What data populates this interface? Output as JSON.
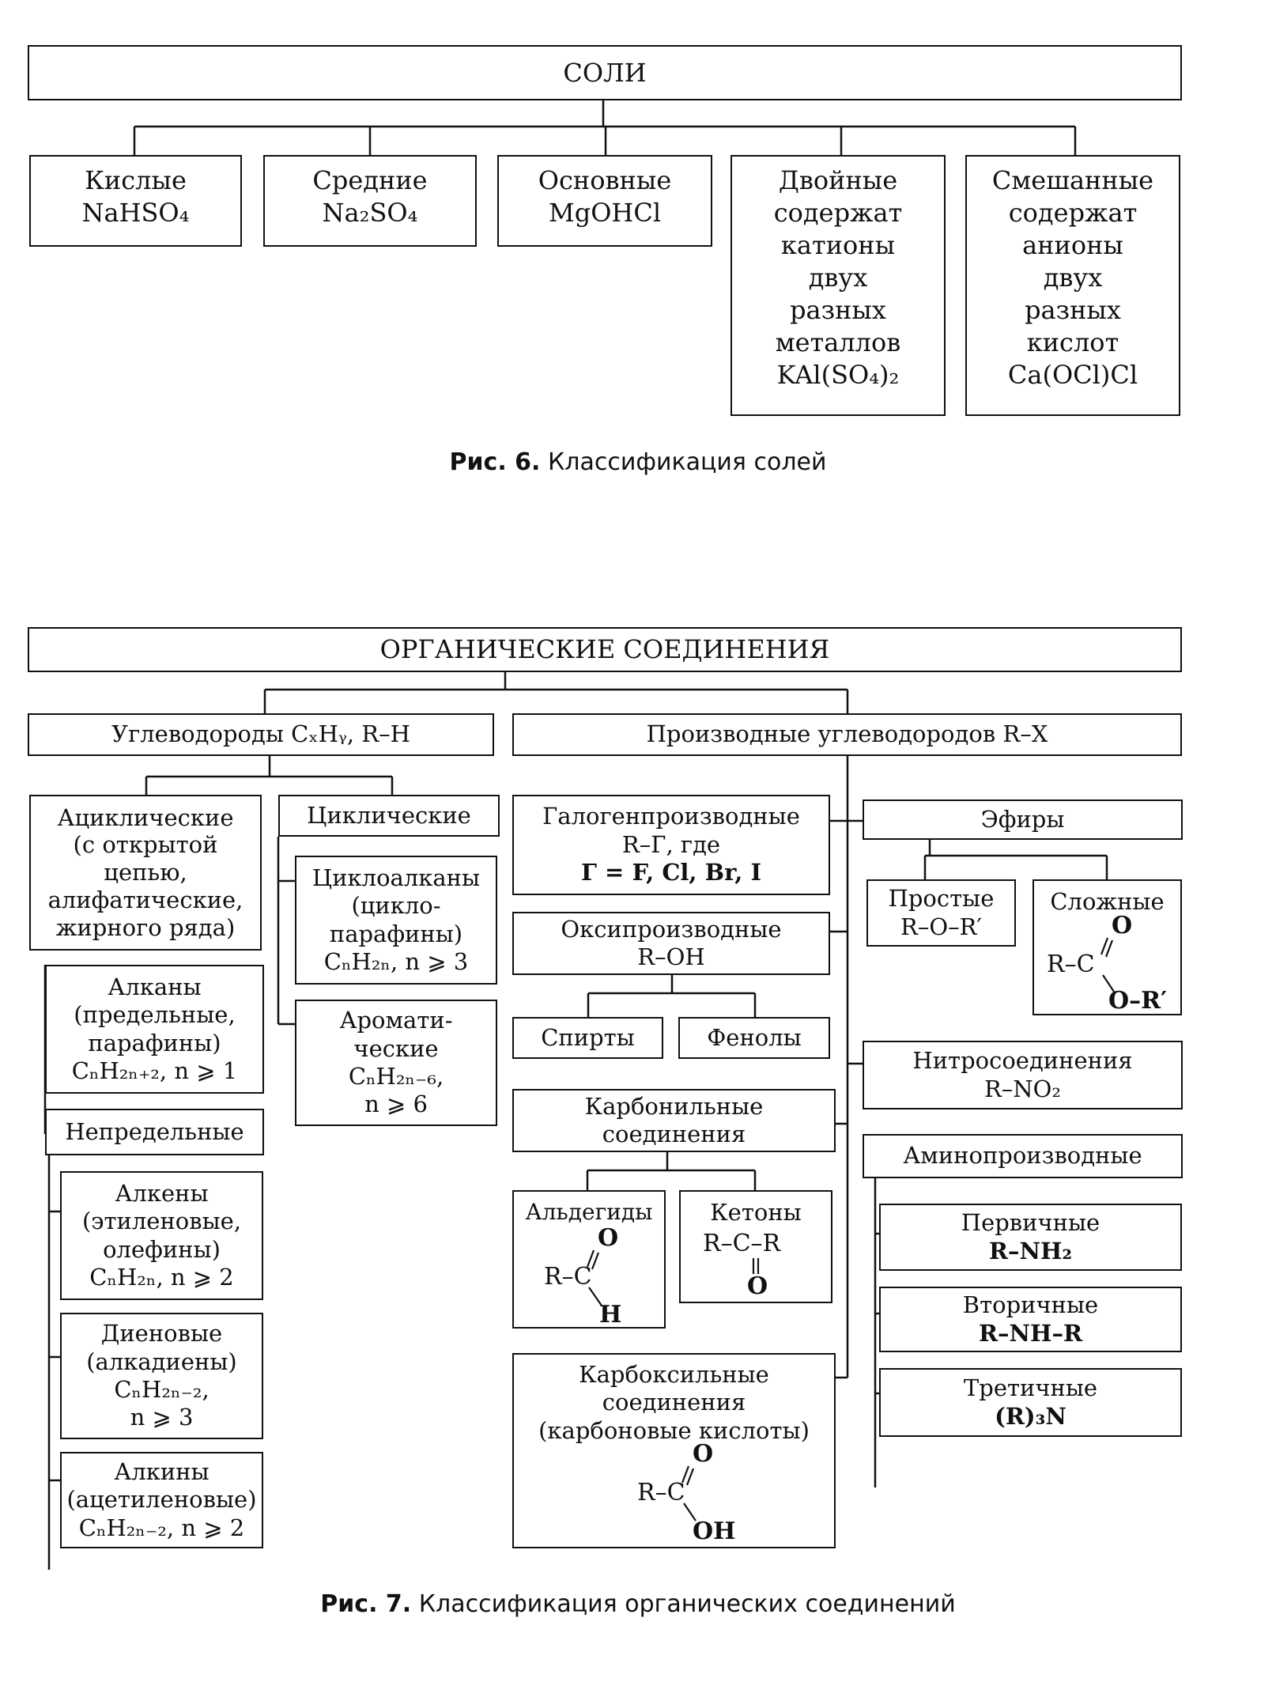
{
  "fig6": {
    "root": "СОЛИ",
    "boxes": [
      [
        "Кислые",
        "NaHSO₄"
      ],
      [
        "Средние",
        "Na₂SO₄"
      ],
      [
        "Основные",
        "MgOHCl"
      ],
      [
        "Двойные",
        "содержат",
        "катионы",
        "двух",
        "разных",
        "металлов",
        "KAl(SO₄)₂"
      ],
      [
        "Смешанные",
        "содержат",
        "анионы",
        "двух",
        "разных",
        "кислот",
        "Ca(OCl)Cl"
      ]
    ],
    "caption_num": "Рис. 6.",
    "caption_text": "Классификация солей"
  },
  "fig7": {
    "root": "ОРГАНИЧЕСКИЕ СОЕДИНЕНИЯ",
    "hydrocarbons": "Углеводороды CₓHᵧ, R–H",
    "derivatives": "Производные углеводородов R–X",
    "acyclic": [
      "Ациклические",
      "(с открытой",
      "цепью,",
      "алифатические,",
      "жирного ряда)"
    ],
    "cyclic": "Циклические",
    "alkanes": [
      "Алканы",
      "(предельные,",
      "парафины)",
      "CₙH₂ₙ₊₂, n ⩾ 1"
    ],
    "unsaturated": "Непредельные",
    "alkenes": [
      "Алкены",
      "(этиленовые,",
      "олефины)",
      "CₙH₂ₙ, n ⩾ 2"
    ],
    "dienes": [
      "Диеновые",
      "(алкадиены)",
      "CₙH₂ₙ₋₂,",
      "n ⩾ 3"
    ],
    "alkynes": [
      "Алкины",
      "(ацетиленовые)",
      "CₙH₂ₙ₋₂, n ⩾ 2"
    ],
    "cycloalkanes": [
      "Циклоалканы",
      "(цикло-",
      "парафины)",
      "CₙH₂ₙ, n ⩾ 3"
    ],
    "aromatic": [
      "Аромати-",
      "ческие",
      "CₙH₂ₙ₋₆,",
      "n ⩾ 6"
    ],
    "halogen": [
      "Галогенпроизводные",
      "R–Г, где",
      "Г = F, Cl, Br, I"
    ],
    "oxy": [
      "Оксипроизводные",
      "R–OH"
    ],
    "alcohols": "Спирты",
    "phenols": "Фенолы",
    "carbonyl": [
      "Карбонильные",
      "соединения"
    ],
    "aldehydes": "Альдегиды",
    "ketones": "Кетоны",
    "carboxyl": [
      "Карбоксильные",
      "соединения",
      "(карбоновые кислоты)"
    ],
    "ethers": "Эфиры",
    "simple_ethers": [
      "Простые",
      "R–O–R′"
    ],
    "esters": "Сложные",
    "nitro": [
      "Нитросоединения",
      "R–NO₂"
    ],
    "amino": "Аминопроизводные",
    "primary": [
      "Первичные",
      "R–NH₂"
    ],
    "secondary": [
      "Вторичные",
      "R–NH–R"
    ],
    "tertiary": [
      "Третичные",
      "(R)₃N"
    ],
    "mol": {
      "aldehyde": {
        "o": "O",
        "r": "R–C",
        "h": "H"
      },
      "ketone": {
        "r": "R–C–R",
        "o": "O"
      },
      "carboxyl": {
        "o": "O",
        "r": "R–C",
        "oh": "OH"
      },
      "ester": {
        "o": "O",
        "r": "R–C",
        "or": "O–R′"
      }
    },
    "caption_num": "Рис. 7.",
    "caption_text": "Классификация органических соединений"
  }
}
